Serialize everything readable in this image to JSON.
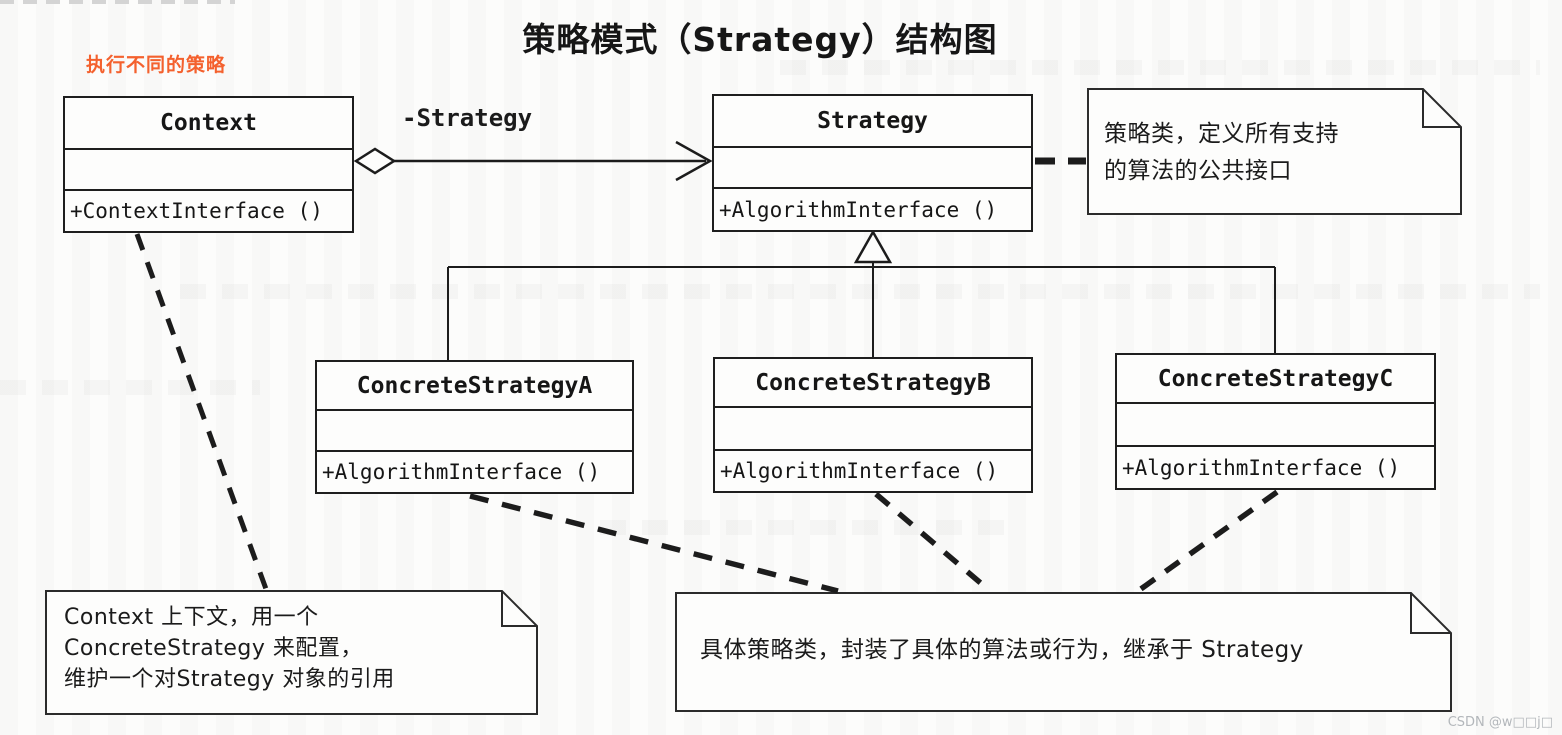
{
  "page": {
    "title": "策略模式（Strategy）结构图",
    "annotation": "执行不同的策略",
    "watermark": "CSDN @w□□j□"
  },
  "diagram": {
    "classes": [
      {
        "name": "Context",
        "attributes": "",
        "method": "+ContextInterface ()"
      },
      {
        "name": "Strategy",
        "attributes": "",
        "method": "+AlgorithmInterface ()"
      },
      {
        "name": "ConcreteStrategyA",
        "attributes": "",
        "method": "+AlgorithmInterface ()"
      },
      {
        "name": "ConcreteStrategyB",
        "attributes": "",
        "method": "+AlgorithmInterface ()"
      },
      {
        "name": "ConcreteStrategyC",
        "attributes": "",
        "method": "+AlgorithmInterface ()"
      }
    ],
    "relations": {
      "aggregation_label": "-Strategy",
      "aggregation": "Context ◇→ Strategy",
      "inheritance": "ConcreteStrategyA, ConcreteStrategyB, ConcreteStrategyC —▷ Strategy"
    },
    "notes": {
      "strategy_note": {
        "line1": "策略类，定义所有支持",
        "line2": "的算法的公共接口"
      },
      "context_note": {
        "line1": "Context 上下文，用一个",
        "line2": "ConcreteStrategy 来配置，",
        "line3": "维护一个对Strategy 对象的引用"
      },
      "concrete_note": {
        "line1": "具体策略类，封装了具体的算法或行为，继承于 Strategy"
      }
    },
    "colors": {
      "annotation": "#f4612e",
      "line": "#1c1c1c",
      "note_fill": "#fdfdfc",
      "watermark": "#b3b7bb"
    }
  }
}
